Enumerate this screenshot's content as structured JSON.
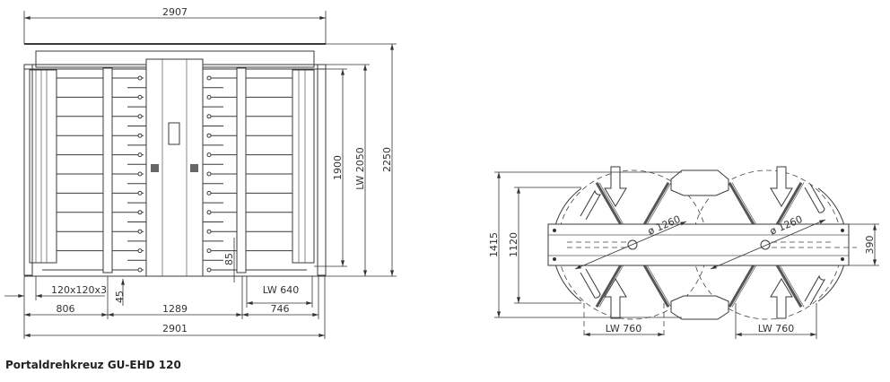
{
  "front_view": {
    "dims": {
      "overall_top": "2907",
      "overall_bottom": "2901",
      "left_section": "806",
      "middle_section": "1289",
      "right_section": "746",
      "post_profile": "120x120x3",
      "clear_width_right": "LW 640",
      "bottom_gap_left": "45",
      "bottom_gap_right": "85",
      "height_1900": "1900",
      "clear_height": "LW 2050",
      "overall_height": "2250"
    }
  },
  "top_view": {
    "dims": {
      "overall_depth": "1415",
      "arm_depth": "1120",
      "beam_width": "390",
      "diameter_left": "ø 1260",
      "diameter_right": "ø 1260",
      "clear_width_left": "LW 760",
      "clear_width_right": "LW 760"
    }
  },
  "caption": "Portaldrehkreuz GU-EHD 120"
}
